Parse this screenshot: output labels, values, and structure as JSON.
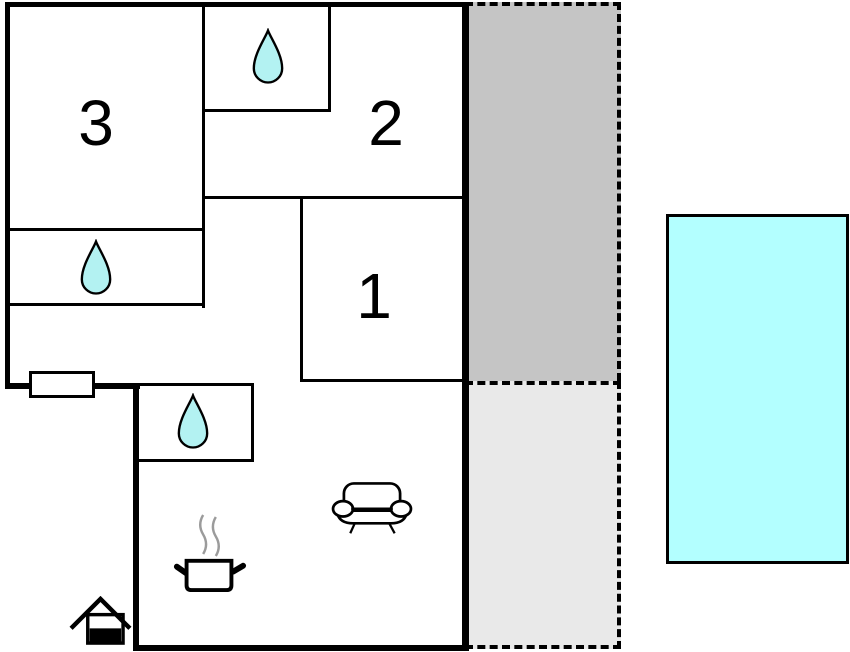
{
  "plan": {
    "rooms": [
      {
        "name": "room-1",
        "number": "1"
      },
      {
        "name": "room-2",
        "number": "2"
      },
      {
        "name": "room-3",
        "number": "3"
      }
    ],
    "icons": {
      "water_drop": "water-drop-icon (bath/shower, 3 locations)",
      "sofa": "sofa-icon (living area)",
      "cooking_pot": "steaming-pot-icon (kitchen)",
      "house": "house-icon (outside bottom-left)",
      "window": "window-opening-symbol (left wall)"
    },
    "areas": {
      "terrace_covered": "covered terrace (dark grey, dashed outline)",
      "terrace_open": "terrace (light grey, dashed outline)",
      "pool": "swimming pool"
    }
  },
  "colors": {
    "wall": "#000000",
    "background": "#ffffff",
    "terrace_covered": "#c5c5c5",
    "terrace_open": "#e9e9e9",
    "pool": "#b3ffff",
    "water_drop": "#b3f2f2",
    "steam": "#9b9b9b"
  }
}
